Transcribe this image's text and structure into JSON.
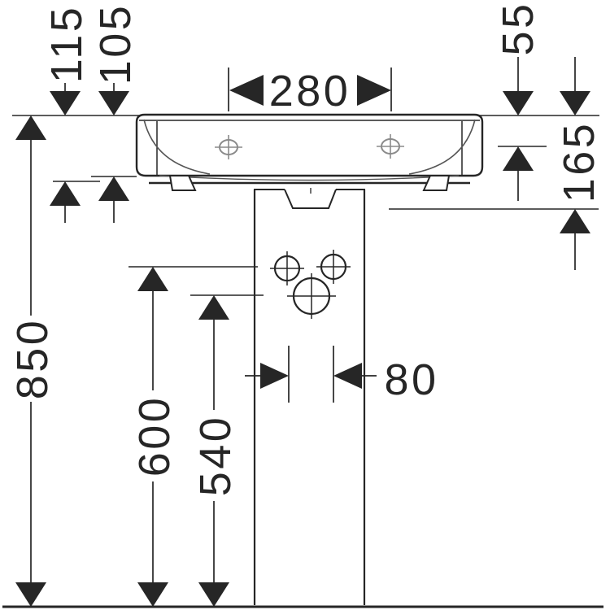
{
  "drawing": {
    "dimensions": {
      "d850": "850",
      "d600": "600",
      "d540": "540",
      "d115": "115",
      "d105": "105",
      "d280": "280",
      "d55": "55",
      "d165": "165",
      "d80": "80"
    },
    "colors": {
      "line": "#262626",
      "hole_gray": "#8a8a8a",
      "curve_gray": "#555555",
      "background": "#ffffff"
    }
  }
}
